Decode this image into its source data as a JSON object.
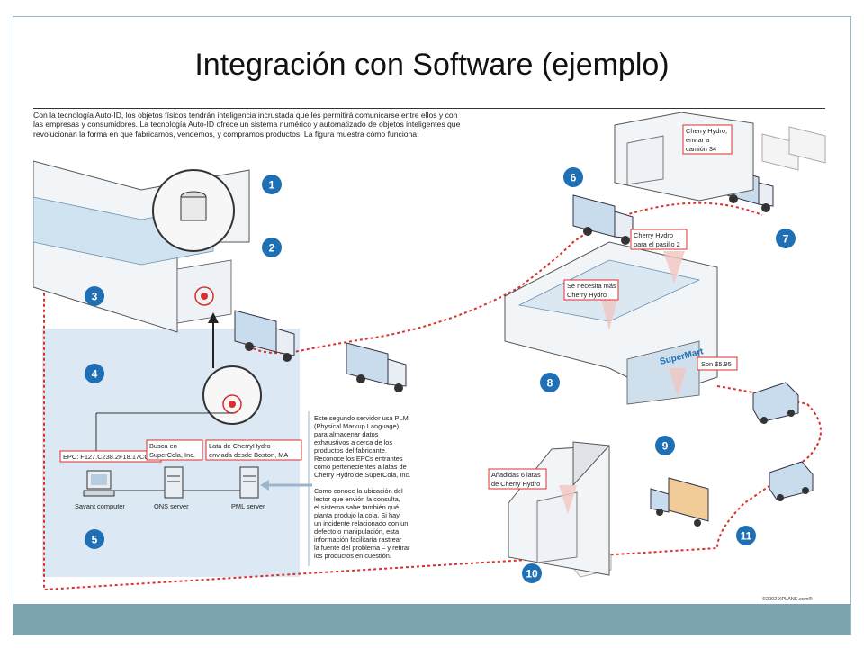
{
  "slide": {
    "title": "Integración con Software (ejemplo)"
  },
  "diagram": {
    "intro": "Con la tecnología Auto-ID, los objetos físicos tendrán inteligencia incrustada que les permitirá comunicarse entre ellos y con las empresas y consumidores. La tecnología Auto-ID ofrece un sistema numérico y automatizado de objetos inteligentes que revolucionan la forma en que fabricamos, vendemos, y compramos productos. La figura muestra cómo funciona:",
    "steps": [
      "1",
      "2",
      "3",
      "4",
      "5",
      "6",
      "7",
      "8",
      "9",
      "10",
      "11"
    ],
    "callouts": {
      "epc": "EPC: F127.C238.2F18.17CC",
      "busca_1": "Busca en",
      "busca_2": "SuperCola, Inc.",
      "lata_1": "Lata de CherryHydro",
      "lata_2": "enviada desde Boston, MA",
      "truck_1": "Cherry Hydro,",
      "truck_2": "enviar a",
      "truck_3": "camión 34",
      "aisle_1": "Cherry Hydro",
      "aisle_2": "para el pasillo 2",
      "need_1": "Se necesita más",
      "need_2": "Cherry Hydro",
      "price": "Son $5.95",
      "added_1": "Añadidas 6 latas",
      "added_2": "de Cherry Hydro"
    },
    "servers": {
      "savant": "Savant computer",
      "ons": "ONS server",
      "pml": "PML server"
    },
    "side_text": [
      "Este segundo servidor usa PLM",
      "(Physical Markup Language),",
      "para almacenar datos",
      "exhaustivos a cerca de los",
      "productos del fabricante.",
      "Reconoce los EPCs entrantes",
      "como pertenecientes a latas de",
      "Cherry Hydro de SuperCola, Inc.",
      "",
      "Como conoce la ubicación del",
      "lector que envión la consulta,",
      "el sistema sabe también qué",
      "planta produjo la cola. Si hay",
      "un incidente relacionado con un",
      "defecto o manipulación, esta",
      "información facilitaría rastrear",
      "la fuente del problema – y retirar",
      "los productos en cuestión."
    ],
    "store_sign": "SuperMart",
    "credit": "©2002 XPLANE.com®"
  },
  "colors": {
    "badge": "#1f6fb5",
    "route": "#d9302c",
    "panel": "#dce8f3",
    "footer": "#7da3b0"
  }
}
